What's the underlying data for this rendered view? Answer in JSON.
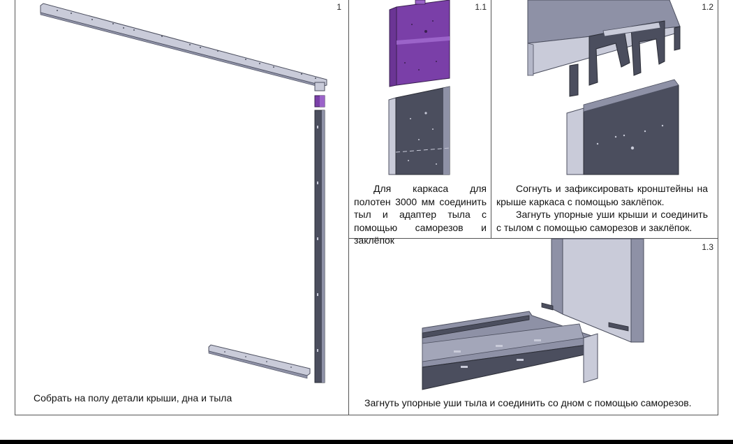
{
  "steps": [
    {
      "number": "1",
      "caption": "Собрать на полу детали крыши, дна и тыла"
    },
    {
      "number": "1.1",
      "caption": "Для каркаса для полотен 3000 мм соединить тыл и адаптер тыла с помощью саморезов и заклёпок"
    },
    {
      "number": "1.2",
      "caption_lines": [
        "Согнуть и зафиксировать кронштейны на крыше каркаса с помощью заклёпок.",
        "Загнуть упорные уши крыши и соединить с тылом с помощью саморезов и заклёпок."
      ]
    },
    {
      "number": "1.3",
      "caption": "Загнуть упорные уши тыла и соединить со дном с помощью саморезов."
    }
  ],
  "colors": {
    "metal_light": "#c9cbd9",
    "metal_mid": "#8e91a6",
    "metal_dark": "#4b4e5e",
    "adapter_purple": "#7a3fa8",
    "frame": "#555555"
  }
}
